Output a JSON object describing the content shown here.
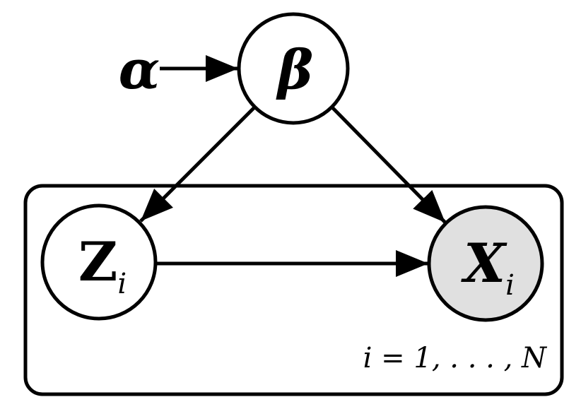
{
  "diagram": {
    "type": "probabilistic-graphical-model-plate-notation",
    "background": "#ffffff",
    "stroke_color": "#000000",
    "nodes": {
      "alpha": {
        "label": "α",
        "shape": "none"
      },
      "beta": {
        "label": "β",
        "shape": "circle",
        "fill": "#ffffff"
      },
      "z": {
        "label": "Z",
        "subscript": "i",
        "shape": "circle",
        "fill": "#ffffff"
      },
      "x": {
        "label": "X",
        "subscript": "i",
        "shape": "circle",
        "fill": "#e0e0e0",
        "observed": true
      }
    },
    "edges": [
      {
        "from": "alpha",
        "to": "beta"
      },
      {
        "from": "beta",
        "to": "z"
      },
      {
        "from": "beta",
        "to": "x"
      },
      {
        "from": "z",
        "to": "x"
      }
    ],
    "plate": {
      "label": "i = 1, . . . , N"
    }
  }
}
